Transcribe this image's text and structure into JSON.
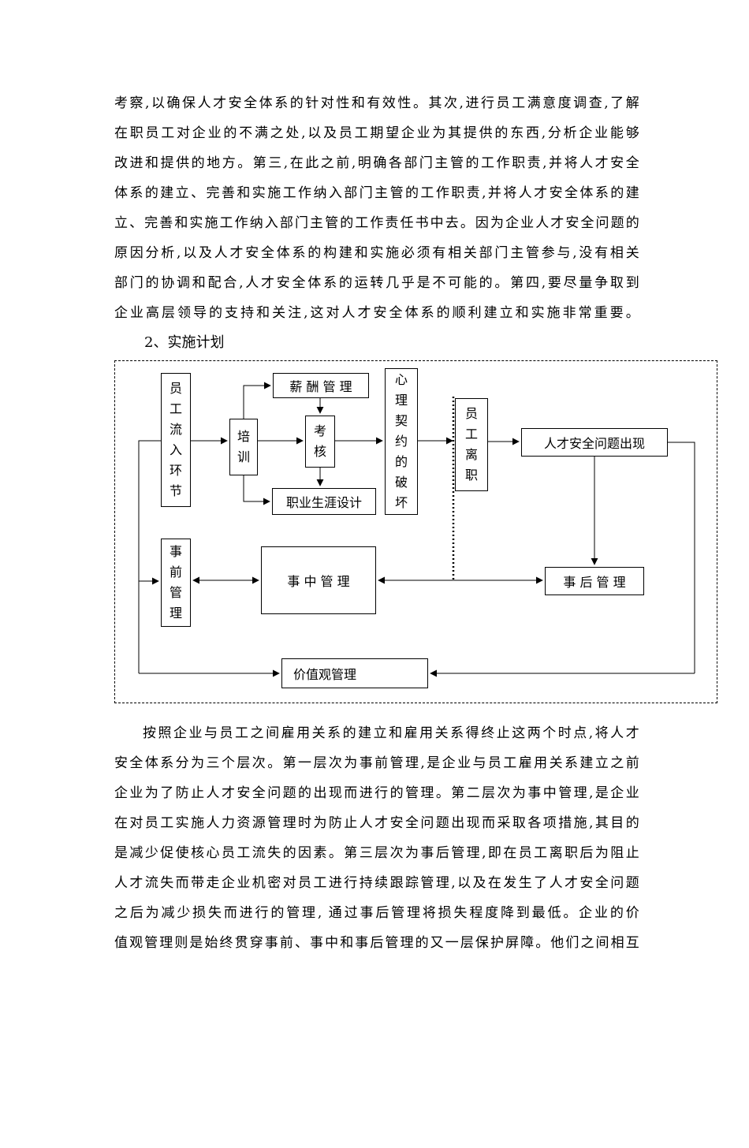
{
  "document": {
    "p1_lines": [
      "考察,以确保人才安全体系的针对性和有效性。其次,进行员工满意度调查,了解",
      "在职员工对企业的不满之处,以及员工期望企业为其提供的东西,分析企业能够",
      "改进和提供的地方。第三,在此之前,明确各部门主管的工作职责,并将人才安全",
      "体系的建立、完善和实施工作纳入部门主管的工作职责,并将人才安全体系的建",
      "立、完善和实施工作纳入部门主管的工作责任书中去。因为企业人才安全问题的",
      "原因分析,以及人才安全体系的构建和实施必须有相关部门主管参与,没有相关",
      "部门的协调和配合,人才安全体系的运转几乎是不可能的。第四,要尽量争取到",
      "企业高层领导的支持和关注,这对人才安全体系的顺利建立和实施非常重要。"
    ],
    "heading": "2、实施计划",
    "p2_lines": [
      "按照企业与员工之间雇用关系的建立和雇用关系得终止这两个时点,将人才",
      "安全体系分为三个层次。第一层次为事前管理,是企业与员工雇用关系建立之前",
      "企业为了防止人才安全问题的出现而进行的管理。第二层次为事中管理,是企业",
      "在对员工实施人力资源管理时为防止人才安全问题出现而采取各项措施,其目的",
      "是减少促使核心员工流失的因素。第三层次为事后管理,即在员工离职后为阻止",
      "人才流失而带走企业机密对员工进行持续跟踪管理,以及在发生了人才安全问题",
      "之后为减少损失而进行的管理,  通过事后管理将损失程度降到最低。企业的价",
      "值观管理则是始终贯穿事前、事中和事后管理的又一层保护屏障。他们之间相互"
    ]
  },
  "diagram": {
    "nodes": {
      "inflow": "员工流入环节",
      "training": "培训",
      "salary": "薪 酬 管 理",
      "appraisal": "考核",
      "career": "职业生涯设计",
      "psych": "心理契约的破坏",
      "resign": "员工离职",
      "problem": "人才安全问题出现",
      "pre": "事前管理",
      "mid": "事 中 管 理",
      "post": "事 后 管 理",
      "values": "价值观管理"
    },
    "line_color": "#000000"
  }
}
